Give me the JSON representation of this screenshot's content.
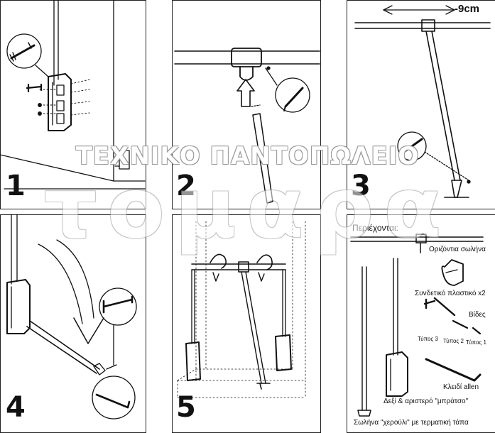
{
  "steps": [
    "1",
    "2",
    "3",
    "4",
    "5"
  ],
  "dimension_label": "-9cm",
  "contents": {
    "heading": "Περιέχονται:",
    "items": [
      {
        "label": "Οριζόντια σωλήνα"
      },
      {
        "label": "Συνδετικό πλαστικό x2"
      },
      {
        "label": "Βίδες"
      },
      {
        "label": "Τύπος 3"
      },
      {
        "label": "Τύπος 2"
      },
      {
        "label": "Τύπος 1"
      },
      {
        "label": "Κλειδί allen"
      },
      {
        "label": "Δεξί & αριστερό \"μπράτσο\""
      },
      {
        "label": "Σωλήνα \"χερούλι\" με τερματική τάπα"
      }
    ]
  },
  "watermark": {
    "line1": "ΤΕΧΝΙΚΟ ΠΑΝΤΟΠΩΛΕΙΟ",
    "line2": "τομαρα"
  },
  "colors": {
    "ink": "#111111",
    "paper": "#ffffff",
    "watermark": "#9a9a9a"
  }
}
